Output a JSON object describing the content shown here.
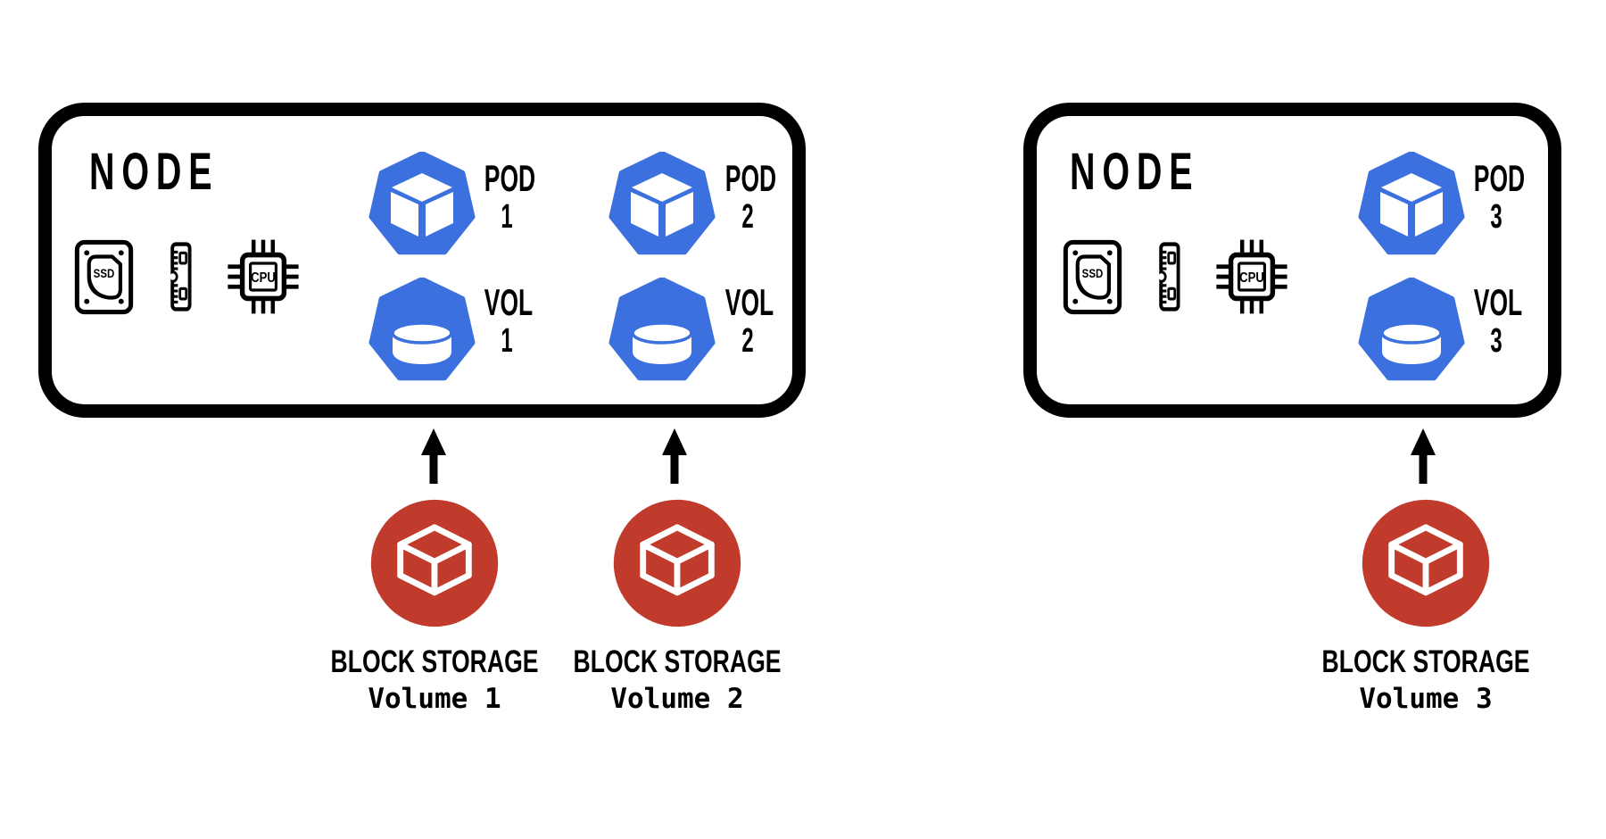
{
  "colors": {
    "pod_blue": "#3B70DE",
    "storage_red": "#C13B2C",
    "ink": "#000000"
  },
  "nodes": [
    {
      "title": "NODE",
      "ssd_label": "SSD",
      "cpu_label": "CPU",
      "pods": [
        {
          "label": "POD",
          "number": "1"
        },
        {
          "label": "POD",
          "number": "2"
        }
      ],
      "volumes": [
        {
          "label": "VOL",
          "number": "1"
        },
        {
          "label": "VOL",
          "number": "2"
        }
      ]
    },
    {
      "title": "NODE",
      "ssd_label": "SSD",
      "cpu_label": "CPU",
      "pods": [
        {
          "label": "POD",
          "number": "3"
        }
      ],
      "volumes": [
        {
          "label": "VOL",
          "number": "3"
        }
      ]
    }
  ],
  "block_storages": [
    {
      "title": "BLOCK STORAGE",
      "volume": "Volume 1"
    },
    {
      "title": "BLOCK STORAGE",
      "volume": "Volume 2"
    },
    {
      "title": "BLOCK STORAGE",
      "volume": "Volume 3"
    }
  ]
}
